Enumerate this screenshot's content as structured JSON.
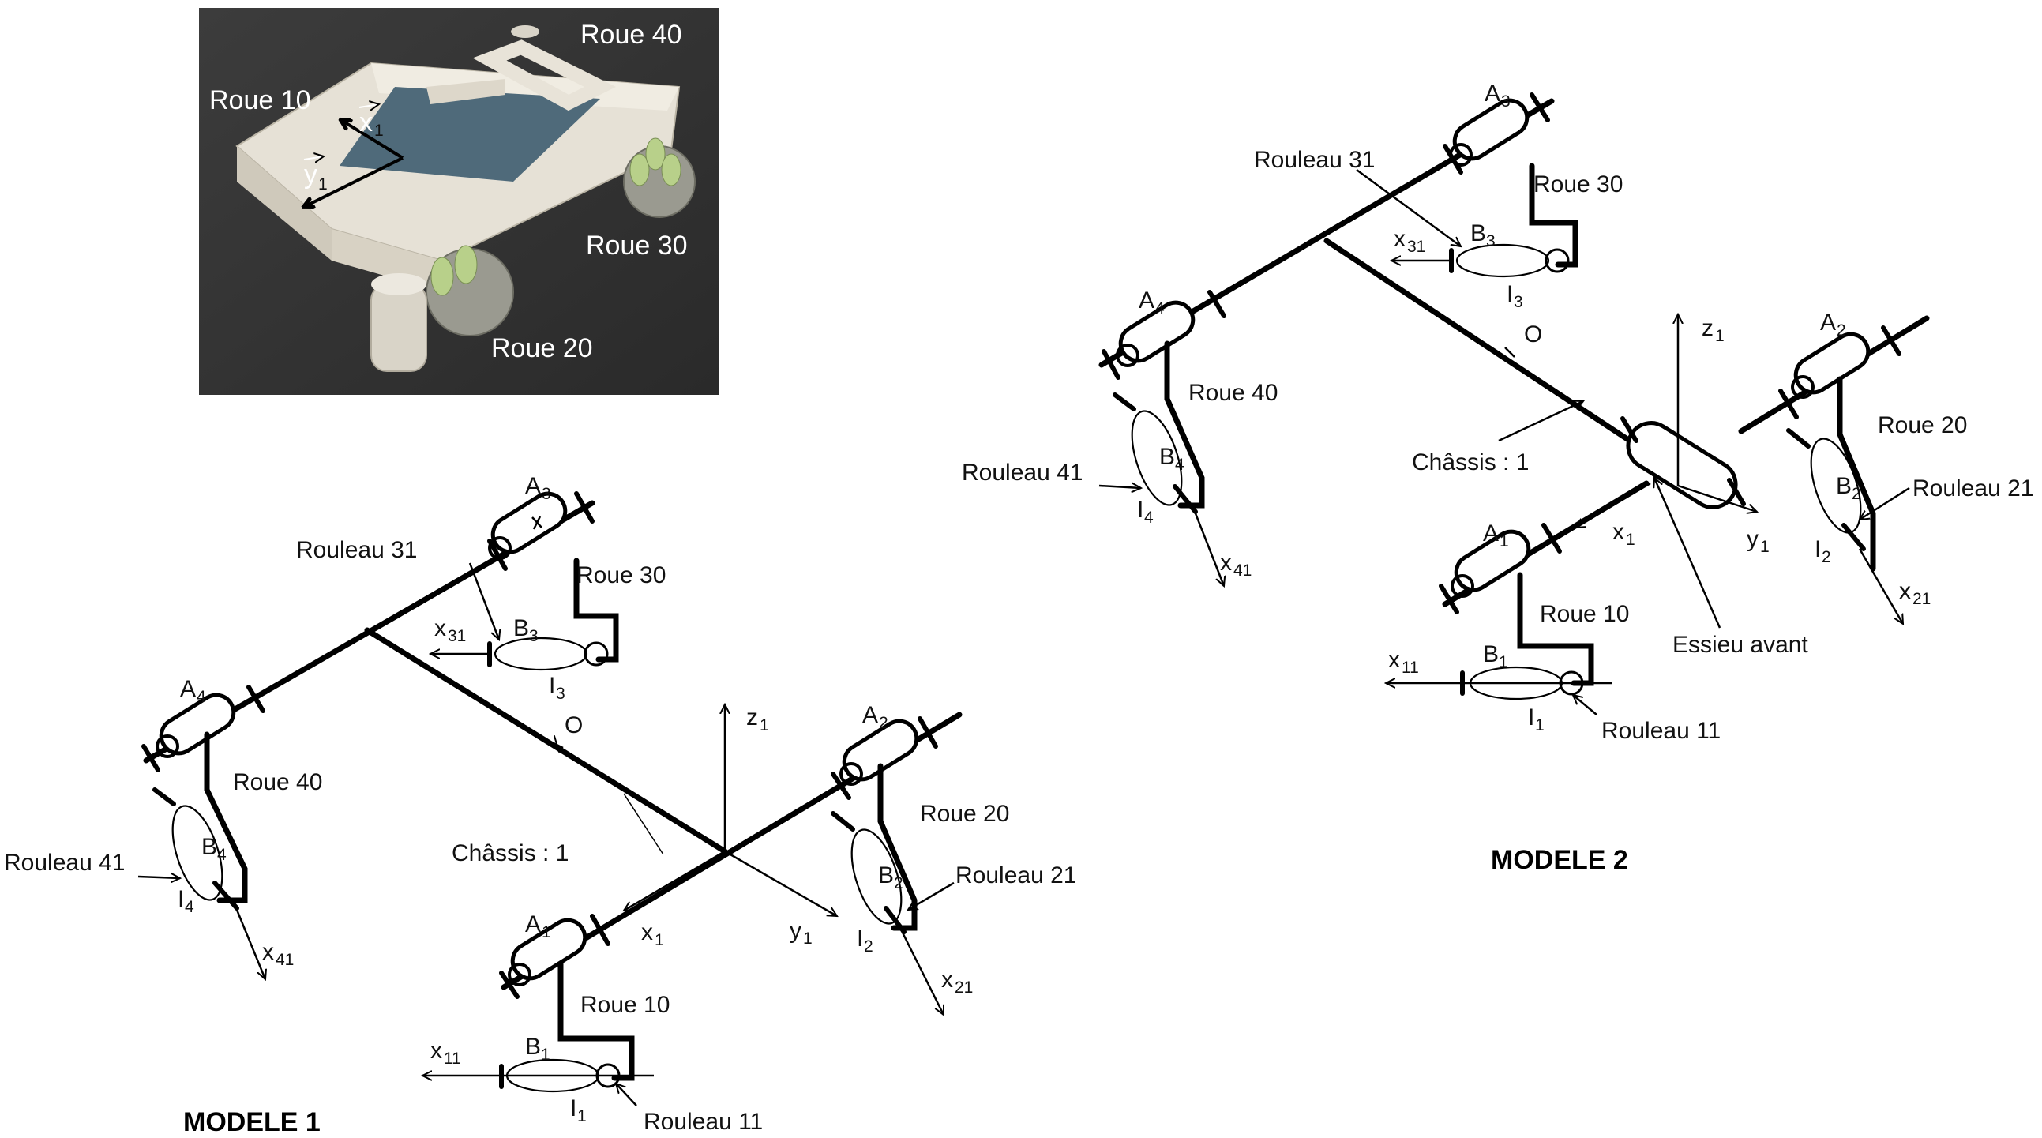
{
  "photo": {
    "labels": {
      "roue10": "Roue 10",
      "roue20": "Roue 20",
      "roue30": "Roue 30",
      "roue40": "Roue 40",
      "x1": "x",
      "x1_sub": "1",
      "y1": "y",
      "y1_sub": "1"
    }
  },
  "model1": {
    "title": "MODELE 1",
    "chassis": "Châssis : 1",
    "origin": "O",
    "wheels": {
      "roue10": "Roue 10",
      "roue20": "Roue 20",
      "roue30": "Roue 30",
      "roue40": "Roue 40"
    },
    "rollers": {
      "r11": "Rouleau 11",
      "r21": "Rouleau 21",
      "r31": "Rouleau 31",
      "r41": "Rouleau 41"
    }
  },
  "model2": {
    "title": "MODELE 2",
    "chassis": "Châssis : 1",
    "origin": "O",
    "essieu": "Essieu avant",
    "wheels": {
      "roue10": "Roue 10",
      "roue20": "Roue 20",
      "roue30": "Roue 30",
      "roue40": "Roue 40"
    },
    "rollers": {
      "r11": "Rouleau 11",
      "r21": "Rouleau 21",
      "r31": "Rouleau 31",
      "r41": "Rouleau 41"
    }
  },
  "symbols": {
    "A": "A",
    "B": "B",
    "I": "I",
    "x": "x",
    "y": "y",
    "z": "z",
    "s1": "1",
    "s2": "2",
    "s3": "3",
    "s4": "4",
    "s11": "11",
    "s21": "21",
    "s31": "31",
    "s41": "41"
  }
}
